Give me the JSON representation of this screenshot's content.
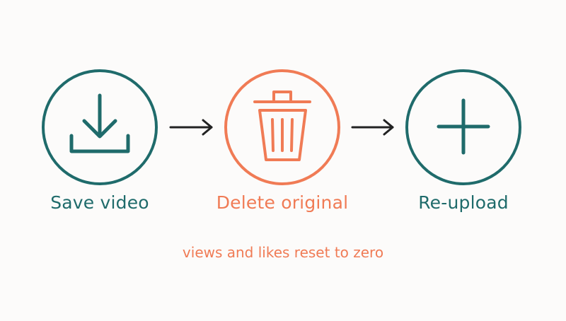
{
  "colors": {
    "teal": "#1f6b6b",
    "coral": "#f07b55",
    "arrow": "#222222",
    "background": "#fcfbfa"
  },
  "steps": [
    {
      "label": "Save video",
      "icon": "download-icon",
      "color": "teal"
    },
    {
      "label": "Delete original",
      "icon": "trash-icon",
      "color": "coral"
    },
    {
      "label": "Re-upload",
      "icon": "plus-icon",
      "color": "teal"
    }
  ],
  "caption": "views and likes reset to zero"
}
